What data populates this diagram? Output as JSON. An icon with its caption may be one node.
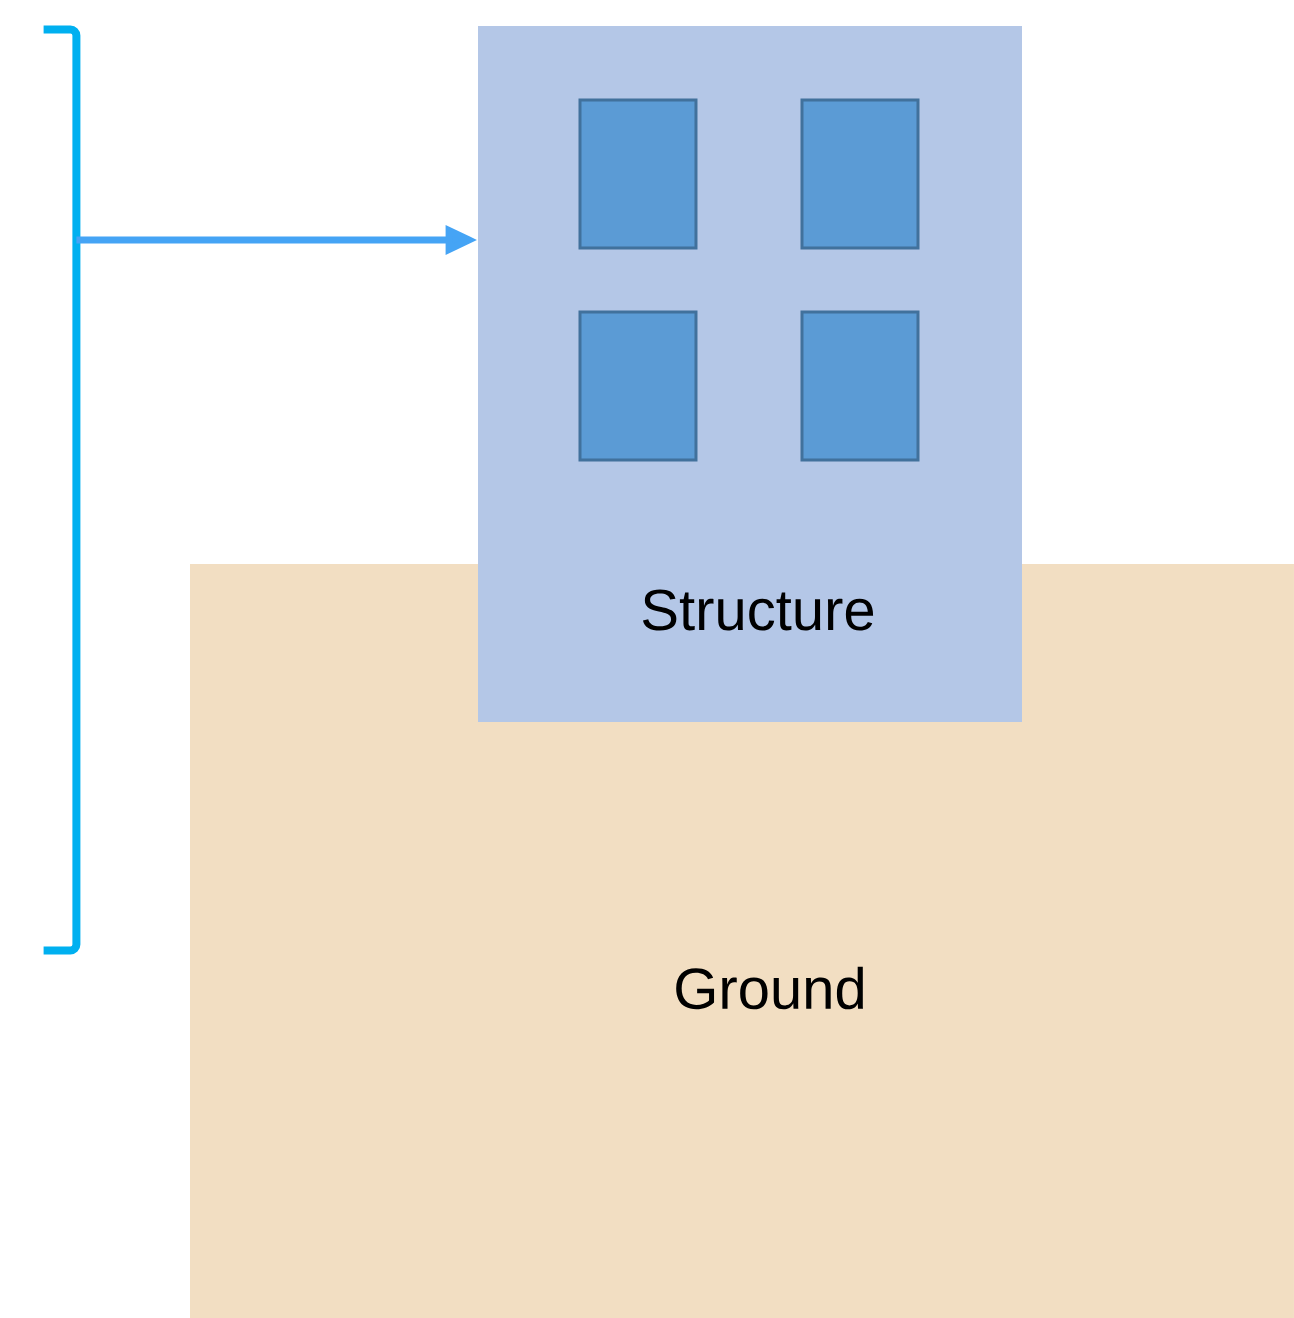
{
  "diagram": {
    "nodes": [
      {
        "text": [],
        "shape": "bracket"
      },
      {
        "text": [
          "Structure"
        ]
      },
      {
        "text": [],
        "shape": "box",
        "in": 1
      },
      {
        "text": [],
        "shape": "box",
        "in": 1
      },
      {
        "text": [],
        "shape": "box",
        "in": 1
      },
      {
        "text": [],
        "shape": "box",
        "in": 1
      },
      {
        "text": [
          "Ground"
        ]
      }
    ],
    "edges": [
      {
        "from": 0,
        "to": 1,
        "arrow": "to"
      }
    ]
  }
}
